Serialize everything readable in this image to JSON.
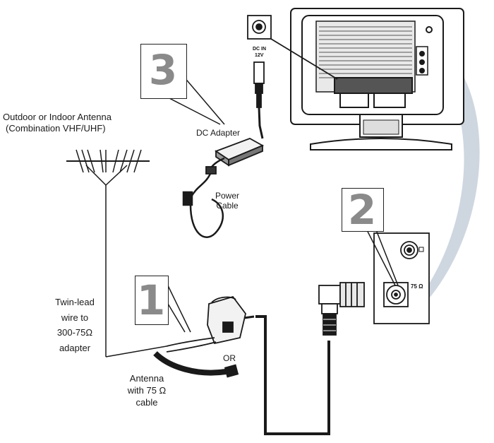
{
  "labels": {
    "antenna_title": "Outdoor or Indoor  Antenna",
    "antenna_subtitle": "(Combination VHF/UHF)",
    "dc_adapter": "DC Adapter",
    "power_cable_line1": "Power",
    "power_cable_line2": "Cable",
    "twin_lead_line1": "Twin-lead",
    "twin_lead_line2": "wire to",
    "twin_lead_line3": "300-75Ω",
    "twin_lead_line4": "adapter",
    "or": "OR",
    "antenna_cable_line1": "Antenna",
    "antenna_cable_line2": "with 75 Ω",
    "antenna_cable_line3": "cable",
    "port_75": "75 Ω",
    "dc_in_line1": "DC IN",
    "dc_in_line2": "12V"
  },
  "steps": {
    "step1": "1",
    "step2": "2",
    "step3": "3"
  },
  "colors": {
    "ink": "#1a1a1a",
    "step_number": "#8a8a8a",
    "highlight_beam": "#c9d3dd"
  }
}
